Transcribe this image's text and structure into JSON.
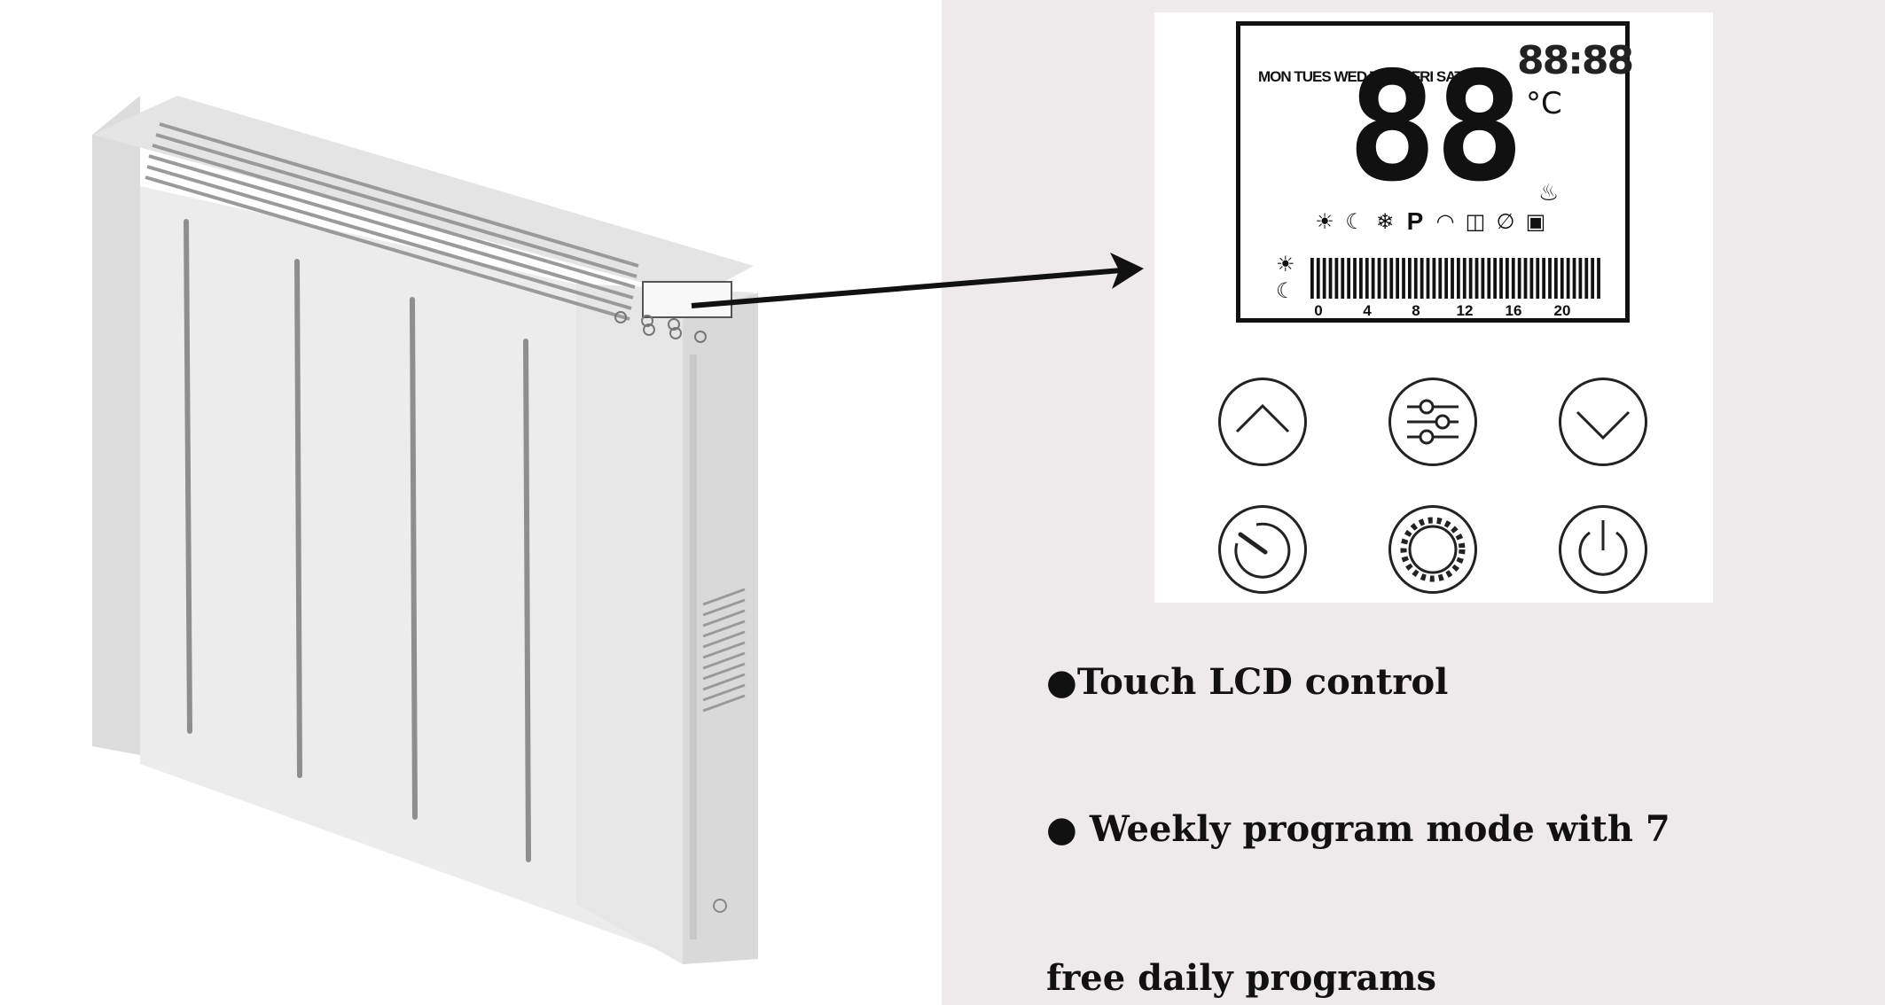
{
  "lcd": {
    "days": "MON TUES WED THUR FRI SAT SUN",
    "time": "88:88",
    "temperature": "88",
    "unit": "°C",
    "heat_symbol": "♨",
    "status_icons": [
      {
        "name": "sun-icon",
        "glyph": "☀"
      },
      {
        "name": "moon-icon",
        "glyph": "☾"
      },
      {
        "name": "snowflake-icon",
        "glyph": "❄"
      },
      {
        "name": "program-icon",
        "glyph": "P"
      },
      {
        "name": "wifi-icon",
        "glyph": "◠"
      },
      {
        "name": "window-icon",
        "glyph": "◫"
      },
      {
        "name": "bell-off-icon",
        "glyph": "∅"
      },
      {
        "name": "lock-icon",
        "glyph": "▣"
      }
    ],
    "program_icons": [
      "☀",
      "☾"
    ],
    "hour_labels": [
      "0",
      "4",
      "8",
      "12",
      "16",
      "20"
    ],
    "hour_bar_count": 48
  },
  "buttons": [
    {
      "name": "up-button",
      "icon": "chevron-up-icon"
    },
    {
      "name": "settings-button",
      "icon": "sliders-icon"
    },
    {
      "name": "down-button",
      "icon": "chevron-down-icon"
    },
    {
      "name": "timer-button",
      "icon": "timer-icon"
    },
    {
      "name": "mode-button",
      "icon": "gear-icon"
    },
    {
      "name": "power-button",
      "icon": "power-icon"
    }
  ],
  "features": [
    "●Touch LCD control",
    "● Weekly program mode with 7",
    "free daily programs"
  ],
  "colors": {
    "right_background": "#eeeaec",
    "radiator_body": "#ececec",
    "text": "#111111"
  }
}
